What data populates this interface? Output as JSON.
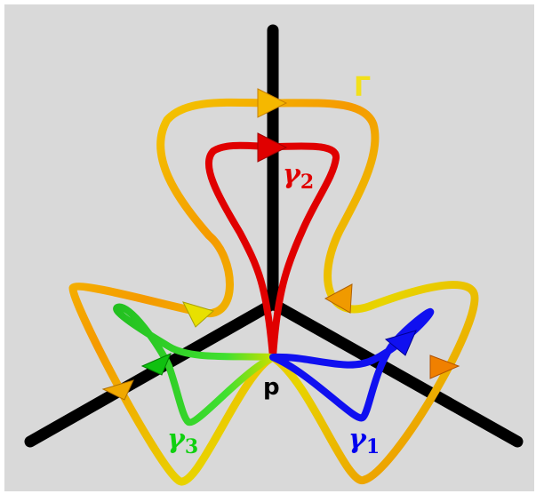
{
  "labels": {
    "big_gamma": "Γ",
    "gamma1_base": "γ",
    "gamma1_sub": "1",
    "gamma2_base": "γ",
    "gamma2_sub": "2",
    "gamma3_base": "γ",
    "gamma3_sub": "3",
    "point": "p"
  },
  "colors": {
    "background": "#d9d9d9",
    "axes": "#000000",
    "gamma_outer": "#f5a300",
    "gamma_outer_alt": "#e8e000",
    "gamma1": "#0000ee",
    "gamma2": "#e00000",
    "gamma3": "#10d010",
    "label_big_gamma": "#f2e01a",
    "label_gamma1": "#0000ee",
    "label_gamma2": "#e00000",
    "label_gamma3": "#10d010",
    "label_point": "#000000"
  }
}
